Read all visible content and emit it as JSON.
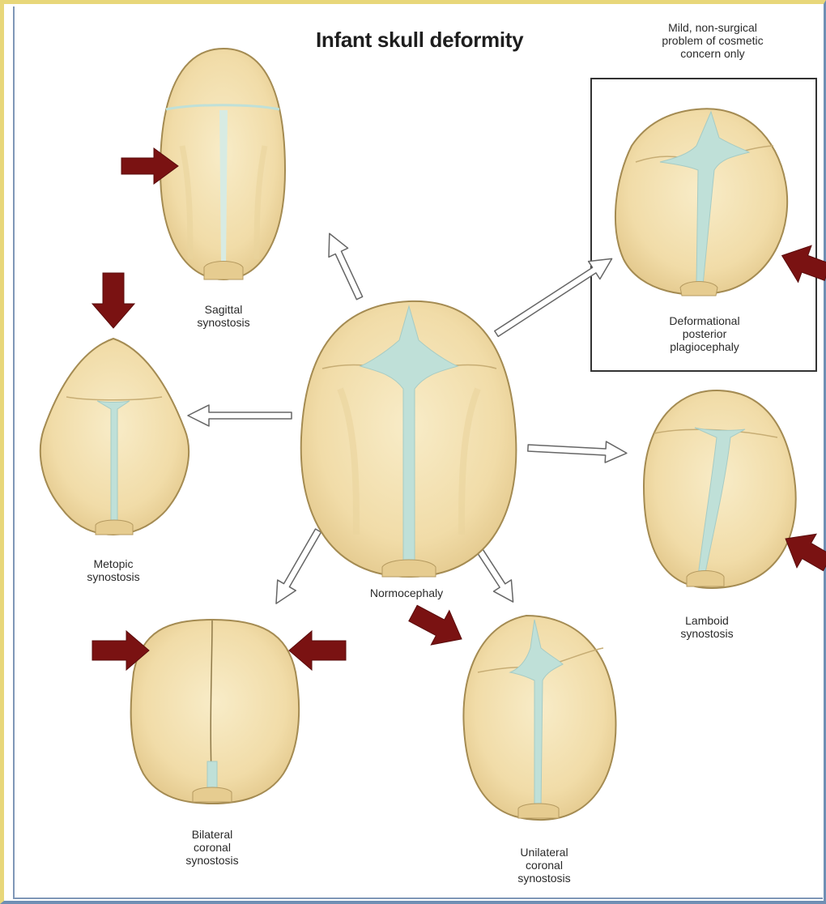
{
  "title": "Infant skull deformity",
  "note": {
    "lines": [
      "Mild, non-surgical",
      "problem of cosmetic",
      "concern only"
    ]
  },
  "labels": {
    "sagittal": [
      "Sagittal",
      "synostosis"
    ],
    "metopic": [
      "Metopic",
      "synostosis"
    ],
    "normocephaly": [
      "Normocephaly"
    ],
    "deformational": [
      "Deformational",
      "posterior",
      "plagiocephaly"
    ],
    "lamboid": [
      "Lamboid",
      "synostosis"
    ],
    "bilateral": [
      "Bilateral",
      "coronal",
      "synostosis"
    ],
    "unilateral": [
      "Unilateral",
      "coronal",
      "synostosis"
    ]
  },
  "colors": {
    "bone": "#f3dfae",
    "bone_shade": "#e6cc90",
    "outline": "#a48b52",
    "suture": "#bfe0d8",
    "pointer_arrow": "#7a1212",
    "frame_top_left": "#e8d77a",
    "frame_bottom_right": "#6f8fb4"
  }
}
